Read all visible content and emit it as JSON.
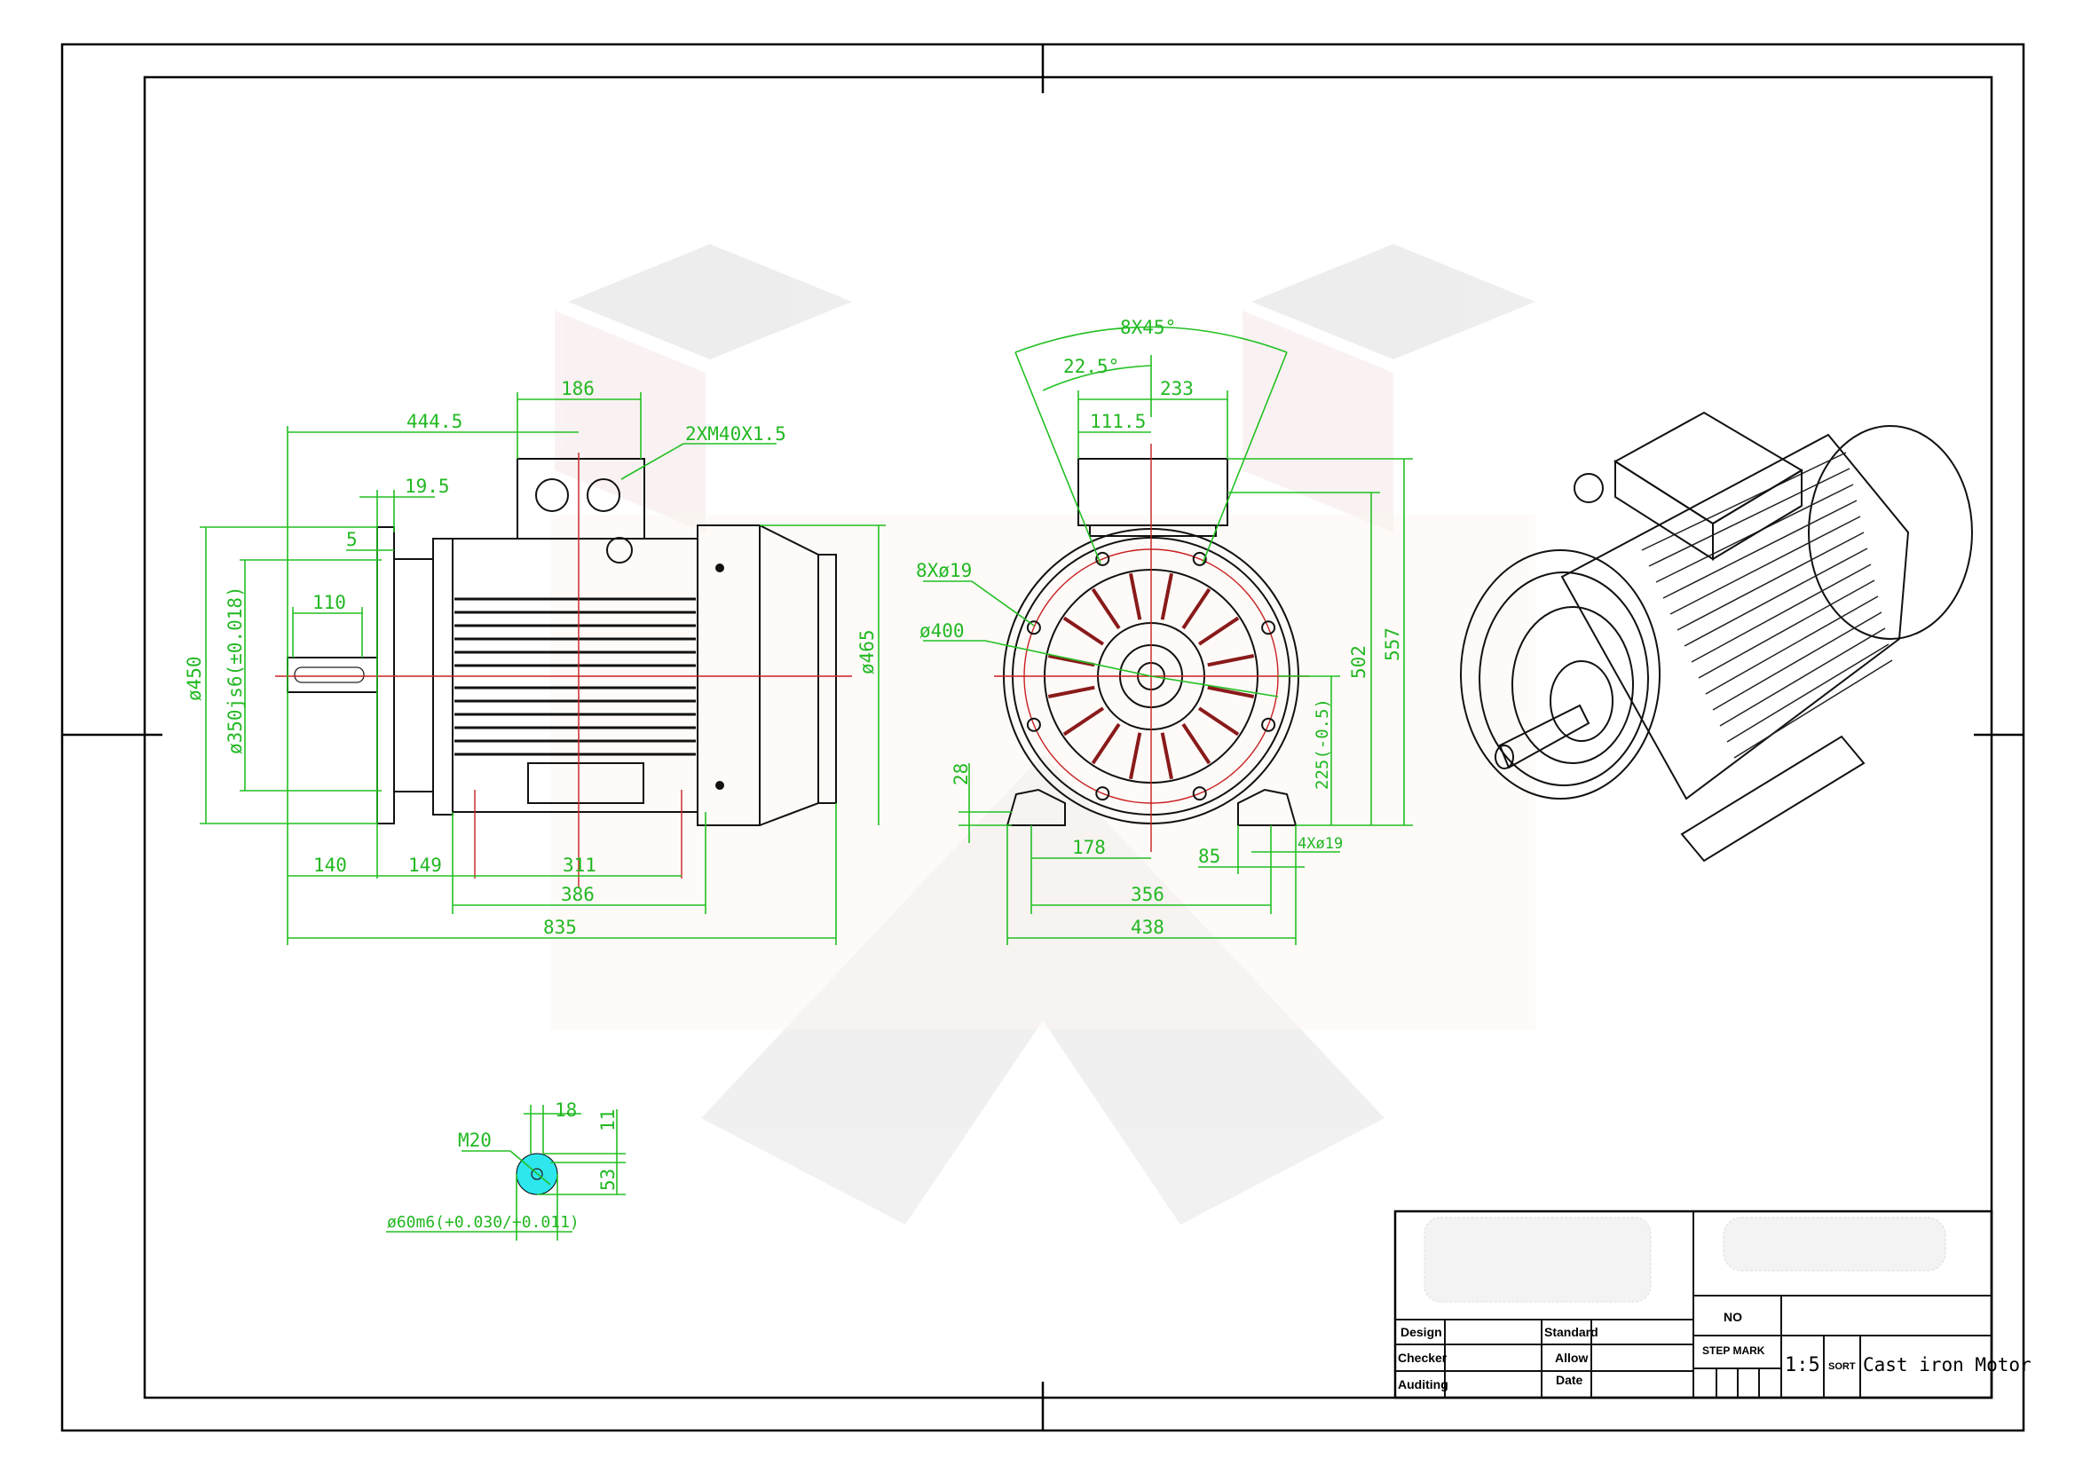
{
  "side_view": {
    "dim_444_5": "444.5",
    "dim_186": "186",
    "cable_gland": "2XM40X1.5",
    "dim_19_5": "19.5",
    "dim_5": "5",
    "dim_110": "110",
    "dim_450": "ø450",
    "dim_350": "ø350js6(±0.018)",
    "dim_465": "ø465",
    "dim_140": "140",
    "dim_149": "149",
    "dim_311": "311",
    "dim_386": "386",
    "dim_835": "835"
  },
  "front_view": {
    "dim_8x45": "8X45°",
    "dim_22_5": "22.5°",
    "dim_233": "233",
    "dim_111_5": "111.5",
    "holes_flange": "8Xø19",
    "dim_400": "ø400",
    "dim_28": "28",
    "dim_178": "178",
    "dim_85": "85",
    "dim_356": "356",
    "dim_438": "438",
    "holes_feet": "4Xø19",
    "dim_225": "225(-0.5)",
    "dim_502": "502",
    "dim_557": "557"
  },
  "shaft_detail": {
    "thread": "M20",
    "dim_18": "18",
    "dim_11": "11",
    "dim_53": "53",
    "shaft_dia": "ø60m6(+0.030/+0.011)"
  },
  "title_block": {
    "design": "Design",
    "checker": "Checker",
    "auditing": "Auditing",
    "standard": "Standard",
    "allow": "Allow",
    "date": "Date",
    "no": "NO",
    "step_mark": "STEP MARK",
    "scale": "1:5",
    "sort": "SORT",
    "sort_value": "Cast iron Motor"
  }
}
